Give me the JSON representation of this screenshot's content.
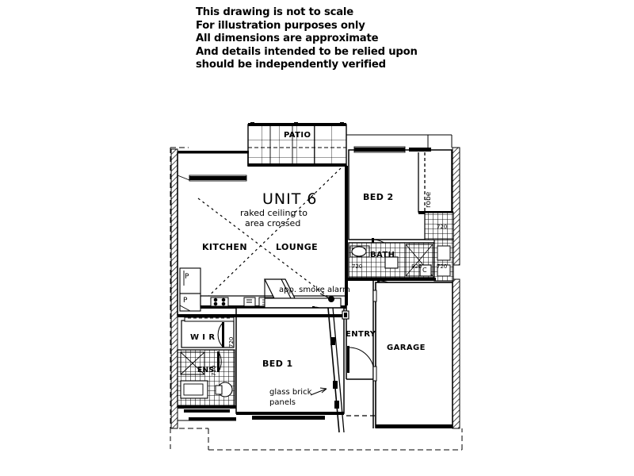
{
  "document": {
    "type": "architectural-floor-plan",
    "title": "UNIT 6"
  },
  "disclaimer": {
    "lines": [
      "This drawing is not to scale",
      "For illustration purposes only",
      "All dimensions are approximate",
      "And details intended to be relied upon",
      "should be independently verified"
    ]
  },
  "plan": {
    "unit_title": "UNIT 6",
    "ceiling_note_line1": "raked  ceiling  to",
    "ceiling_note_line2": "area  crossed",
    "smoke_alarm_note": "app.  smoke  alarm",
    "glass_brick_line1": "glass  brick",
    "glass_brick_line2": "panels",
    "rooms": [
      {
        "key": "patio",
        "label": "PATIO"
      },
      {
        "key": "kitchen",
        "label": "KITCHEN"
      },
      {
        "key": "lounge",
        "label": "LOUNGE"
      },
      {
        "key": "bed2",
        "label": "BED 2"
      },
      {
        "key": "bath",
        "label": "BATH"
      },
      {
        "key": "robe",
        "label": "robe"
      },
      {
        "key": "wir",
        "label": "W I R"
      },
      {
        "key": "ens",
        "label": "ENS"
      },
      {
        "key": "bed1",
        "label": "BED 1"
      },
      {
        "key": "entry",
        "label": "ENTRY"
      },
      {
        "key": "garage",
        "label": "GARAGE"
      }
    ],
    "door_widths": [
      {
        "key": "wir_door",
        "label": "720"
      },
      {
        "key": "ens_door",
        "label": "720"
      },
      {
        "key": "bath_door_a",
        "label": "720"
      },
      {
        "key": "bath_door_b",
        "label": "820"
      },
      {
        "key": "wc_door",
        "label": "720"
      },
      {
        "key": "robe_door",
        "label": "720"
      }
    ],
    "fixture_markers": [
      {
        "key": "pantry_upper",
        "label": "P"
      },
      {
        "key": "pantry_lower",
        "label": "P"
      },
      {
        "key": "cupboard",
        "label": "C"
      }
    ],
    "colors": {
      "line": "#000000",
      "background": "#ffffff",
      "wall_fill": "#000000",
      "tile_grid": "#1a1a1a"
    }
  }
}
